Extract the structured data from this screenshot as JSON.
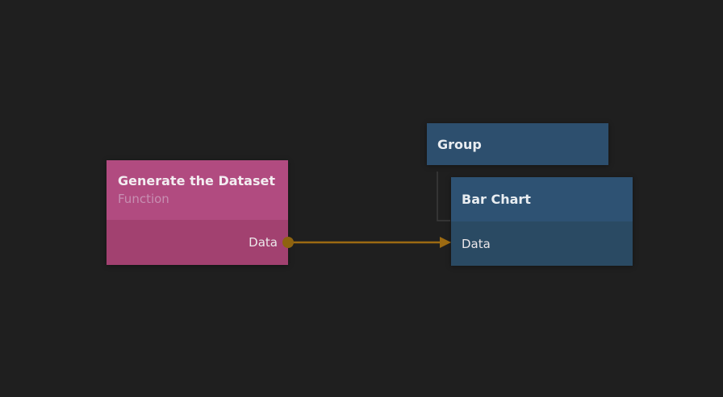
{
  "canvas": {
    "background_color": "#1f1f1f",
    "edge_color": "#9c6a12",
    "tree_line_color": "#3b3b3b"
  },
  "nodes": {
    "function_node": {
      "title": "Generate the Dataset",
      "subtitle": "Function",
      "output_port": "Data",
      "header_color": "#b14b80",
      "body_color": "#a24170"
    },
    "group_node": {
      "title": "Group",
      "header_color": "#2d4f6e"
    },
    "bar_chart_node": {
      "title": "Bar Chart",
      "input_port": "Data",
      "header_color": "#2e5273",
      "body_color": "#2a4a63"
    }
  },
  "edges": {
    "connection": {
      "from_node": "Generate the Dataset",
      "from_port": "Data",
      "to_node": "Bar Chart",
      "to_port": "Data"
    }
  }
}
